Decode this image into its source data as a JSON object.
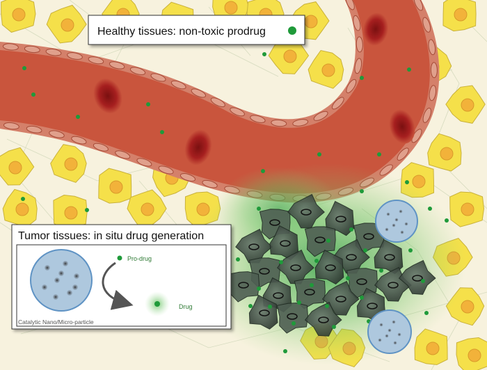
{
  "callouts": {
    "healthy": {
      "text": "Healthy tissues: non-toxic prodrug"
    },
    "tumor": {
      "text": "Tumor tissues: in situ drug generation",
      "prodrug_label": "Pro-drug",
      "drug_label": "Drug",
      "particle_label": "Catalytic Nano/Micro-particle"
    }
  },
  "colors": {
    "tissue_background": "#f7f2de",
    "healthy_cell_fill": "#f5e04a",
    "healthy_cell_nucleus": "#f2b23a",
    "blood_vessel": "#c9553d",
    "vessel_wall": "#d4806a",
    "red_blood_cell": "#a61f1f",
    "tumor_cell": "#3f4a43",
    "tumor_glow": "#4caf50",
    "prodrug_dot": "#1f9a3a",
    "particle_fill": "#aec8de",
    "particle_border": "#5f93c4",
    "arrow": "#555555"
  }
}
